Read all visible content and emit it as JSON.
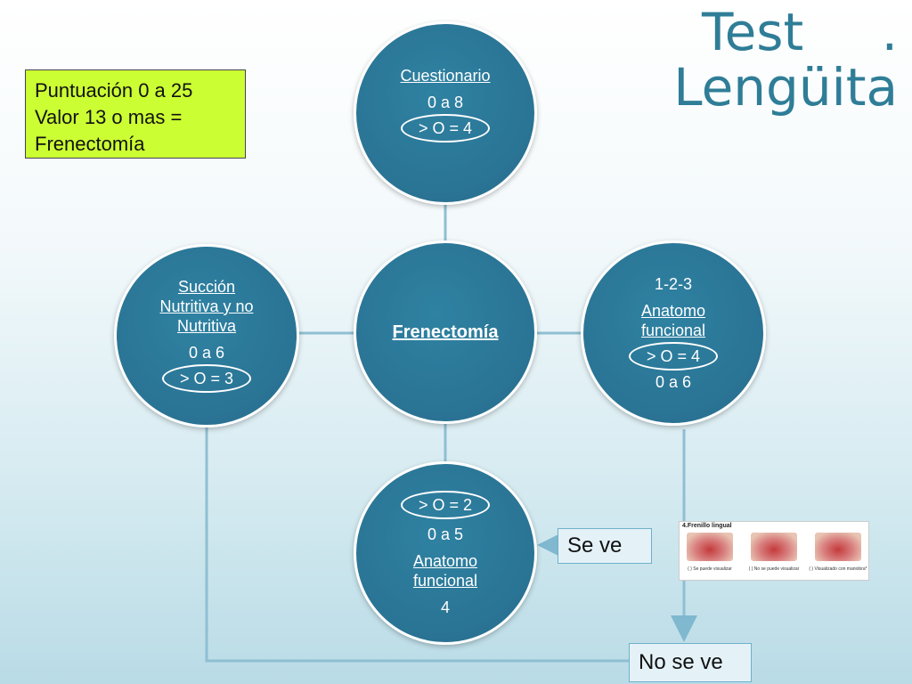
{
  "title": {
    "line1_word": "Test",
    "line1_mark": ".",
    "line2": "Lengüita"
  },
  "score_box": {
    "line1": "Puntuación 0 a 25",
    "line2": "Valor 13 o mas =",
    "line3": "Frenectomía"
  },
  "center": {
    "label": "Frenectomía"
  },
  "top": {
    "title": "Cuestionario",
    "range": "0 a 8",
    "threshold": "> O = 4"
  },
  "right": {
    "code": "1-2-3",
    "title_l1": "Anatomo",
    "title_l2": "funcional",
    "threshold": "> O = 4",
    "range": "0 a 6"
  },
  "bottom": {
    "threshold": "> O = 2",
    "range": "0 a 5",
    "title_l1": "Anatomo",
    "title_l2": "funcional",
    "code": "4"
  },
  "left": {
    "title_l1": "Succión",
    "title_l2": "Nutritiva y no",
    "title_l3": "Nutritiva",
    "range": "0 a 6",
    "threshold": "> O = 3"
  },
  "se_ve": "Se ve",
  "no_se_ve": "No se ve",
  "photo_card": {
    "title": "4.Frenillo lingual",
    "captions": [
      "(    ) Se puede visualizar",
      "(    ) No se puede visualizar",
      "(    ) Visualizado con maniobra*"
    ]
  },
  "colors": {
    "circle": "#2a7394",
    "title": "#2f7d97",
    "green_box": "#ccff33"
  }
}
